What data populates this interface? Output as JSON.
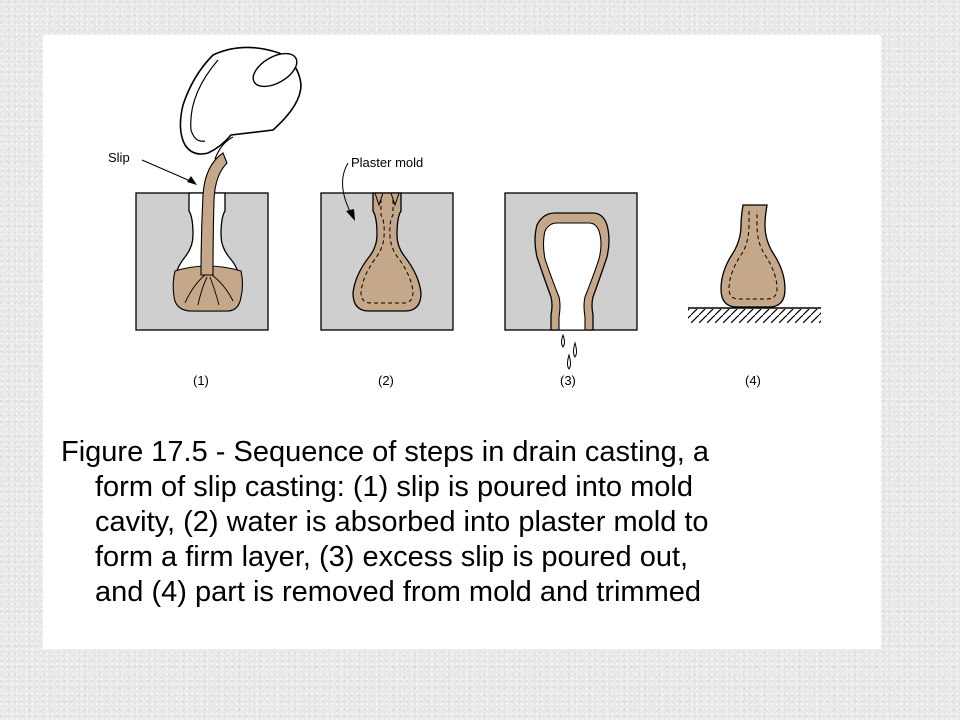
{
  "diagram": {
    "callouts": {
      "slip": "Slip",
      "plaster_mold": "Plaster mold"
    },
    "steps": [
      {
        "label": "(1)"
      },
      {
        "label": "(2)"
      },
      {
        "label": "(3)"
      },
      {
        "label": "(4)"
      }
    ],
    "colors": {
      "mold_fill": "#cfcfcf",
      "slip_fill": "#c5a88a",
      "outline": "#000000",
      "panel": "#ffffff",
      "background": "#e9e9e9"
    }
  },
  "caption": {
    "lines": [
      "Figure 17.5 - Sequence of steps in drain casting, a",
      "form of slip casting: (1) slip is poured into mold",
      "cavity, (2) water is absorbed into plaster mold to",
      "form a firm layer, (3) excess slip is poured out,",
      "and (4) part is removed from mold and trimmed"
    ]
  }
}
